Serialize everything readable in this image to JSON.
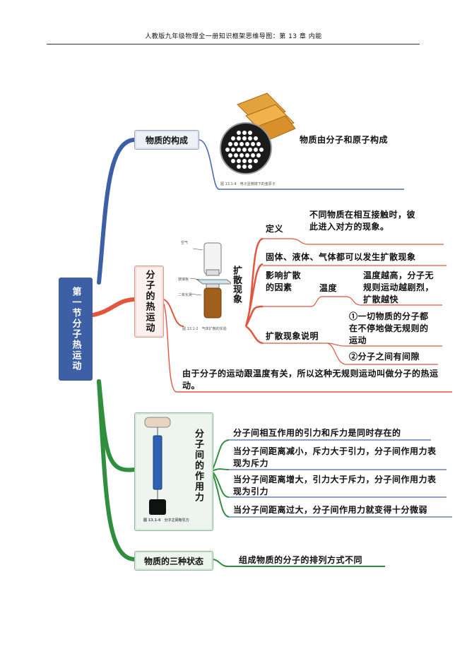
{
  "header": {
    "text": "人教版九年级物理全一册知识框架思维导图：第 13 章 内能"
  },
  "root": {
    "label": "第一节分子热运动"
  },
  "branches": {
    "composition": {
      "label": "物质的构成",
      "leaf": "物质由分子和原子构成",
      "figure_caption": "图 13.1-4　电子显微镜下的金原子"
    },
    "thermal": {
      "label": "分子的热运动",
      "diffusion_label": "扩散现象",
      "figure_caption": "图 13.1-2　气体扩散的实验",
      "figure_labels": {
        "air": "空气",
        "glass": "玻璃板",
        "no2": "二氧化氮"
      },
      "definition_label": "定义",
      "definition_text": "不同物质在相互接触时，彼此进入对方的现象。",
      "states_text": "固体、液体、气体都可以发生扩散现象",
      "factor_label": "影响扩散的因素",
      "temperature_label": "温度",
      "temperature_text": "温度越高，分子无规则运动越剧烈，扩散越快",
      "explanation_label": "扩散现象说明",
      "explanation_1": "①一切物质的分子都在不停地做无规则的运动",
      "explanation_2": "②分子之间有间隙",
      "summary": "由于分子的运动跟温度有关，所以这种无规则运动叫做分子的热运动。"
    },
    "forces": {
      "label": "分子间的作用力",
      "figure_caption": "图 13.1-6　分子之间有引力",
      "items": [
        "分子间相互作用的引力和斥力是同时存在的",
        "当分子间距离减小，斥力大于引力，分子间作用力表现为斥力",
        "当分子间距离增大，引力大于斥力，分子间作用力表现为引力",
        "当分子间距离过大，分子间作用力就变得十分微弱"
      ]
    },
    "states": {
      "label": "物质的三种状态",
      "leaf": "组成物质的分子的排列方式不同"
    }
  },
  "colors": {
    "blue": "#3d5fa6",
    "red": "#e2553f",
    "green": "#2f8f3f",
    "rule": "#4a6bb0"
  }
}
